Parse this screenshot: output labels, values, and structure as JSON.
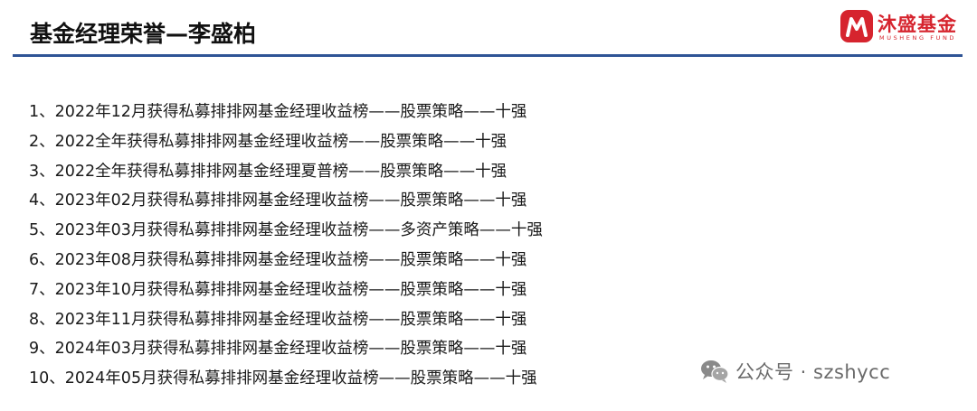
{
  "header": {
    "title": "基金经理荣誉—李盛柏"
  },
  "logo": {
    "name": "沐盛基金",
    "subtitle": "MUSHENG FUND",
    "brand_color": "#d6242e"
  },
  "rule_color": "#2f5496",
  "honors": [
    "1、2022年12月获得私募排排网基金经理收益榜——股票策略——十强",
    "2、2022全年获得私募排排网基金经理收益榜——股票策略——十强",
    "3、2022全年获得私募排排网基金经理夏普榜——股票策略——十强",
    "4、2023年02月获得私募排排网基金经理收益榜——股票策略——十强",
    "5、2023年03月获得私募排排网基金经理收益榜——多资产策略——十强",
    "6、2023年08月获得私募排排网基金经理收益榜——股票策略——十强",
    "7、2023年10月获得私募排排网基金经理收益榜——股票策略——十强",
    "8、2023年11月获得私募排排网基金经理收益榜——股票策略——十强",
    "9、2024年03月获得私募排排网基金经理收益榜——股票策略——十强",
    "10、2024年05月获得私募排排网基金经理收益榜——股票策略——十强"
  ],
  "watermark": {
    "icon": "wechat-icon",
    "text": "公众号 · szshycc"
  }
}
